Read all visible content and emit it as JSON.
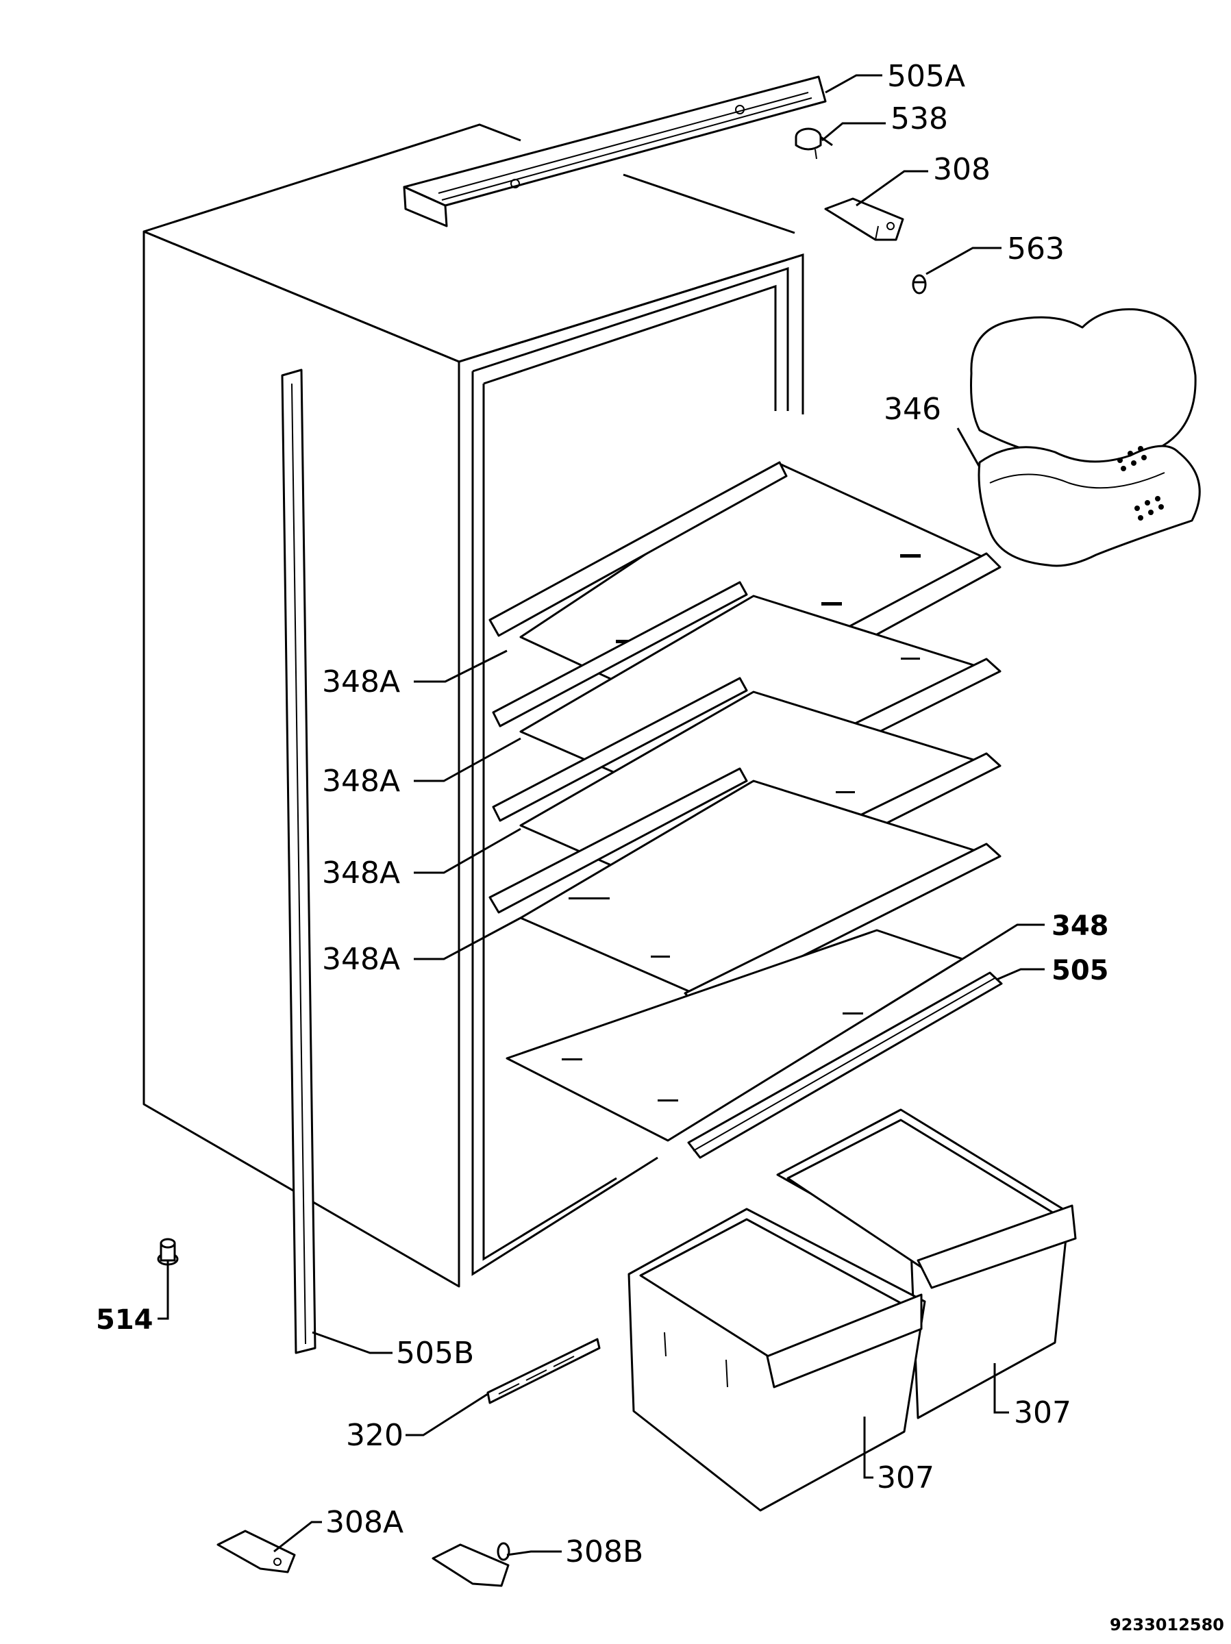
{
  "diagram": {
    "labels": {
      "l505A": "505A",
      "l538": "538",
      "l308": "308",
      "l563": "563",
      "l346": "346",
      "l348A_1": "348A",
      "l348A_2": "348A",
      "l348A_3": "348A",
      "l348A_4": "348A",
      "l348": "348",
      "l505": "505",
      "l514": "514",
      "l505B": "505B",
      "l320": "320",
      "l307_right": "307",
      "l307_left": "307",
      "l308A": "308A",
      "l308B": "308B"
    },
    "drawing_code": "9233012580"
  }
}
